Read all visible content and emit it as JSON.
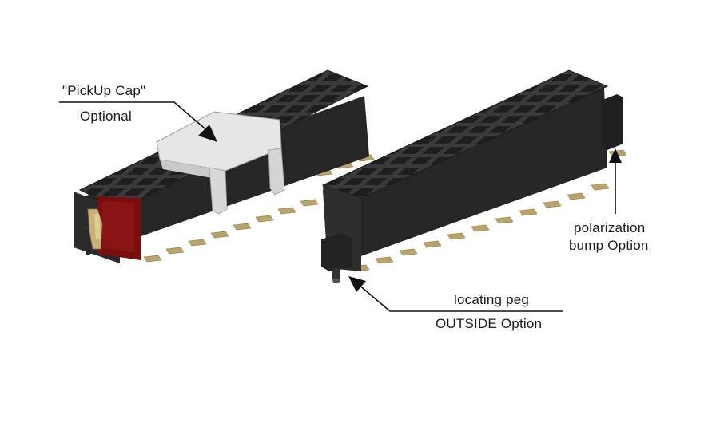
{
  "annotations": {
    "pickup_cap": {
      "line1": "\"PickUp Cap\"",
      "line2": "Optional"
    },
    "polarization": {
      "line1": "polarization",
      "line2": "bump Option"
    },
    "locating_peg": {
      "line1": "locating peg",
      "line2": "OUTSIDE Option"
    }
  },
  "colors": {
    "body": "#2e2e2e",
    "body_top": "#3c3c3c",
    "pin": "#b9a46a",
    "cap": "#e6e6e6",
    "section_red": "#7a0d0d",
    "line": "#111111"
  },
  "icons": [
    "arrow-icon"
  ]
}
